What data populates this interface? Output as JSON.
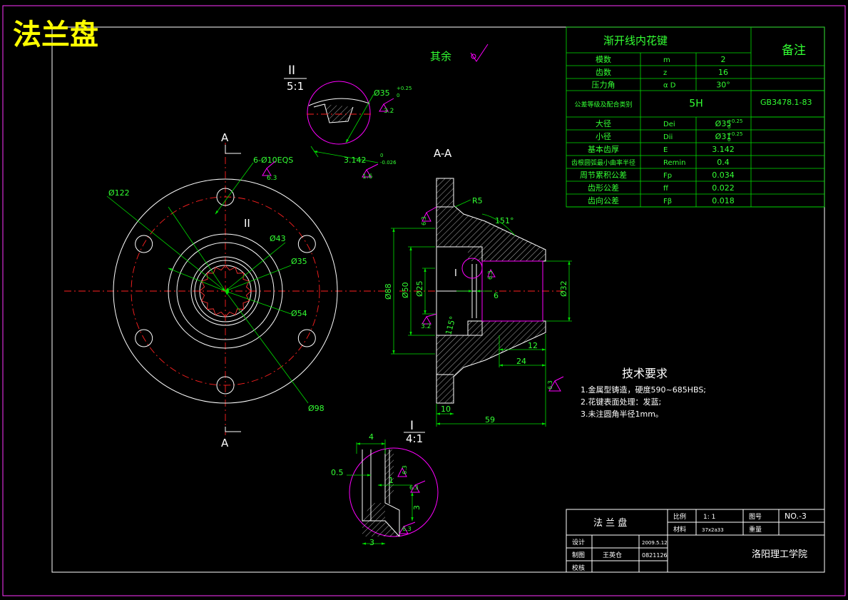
{
  "drawing_title": "法兰盘",
  "finish_note": {
    "label": "其余"
  },
  "views": {
    "section_mark": "A",
    "section_view_label": "A-A",
    "detail_ii": {
      "label": "II",
      "scale": "5:1",
      "dia": "Ø35",
      "tol": "+0.25",
      "tol0": "0",
      "rough": "3.2",
      "dim": "3.142",
      "dtol0": "0",
      "dtol": "-0.026",
      "rough2": "1.6"
    },
    "detail_i": {
      "label": "I",
      "scale": "4:1",
      "d4": "4",
      "d05": "0.5",
      "d1": "1",
      "d3": "3",
      "d3b": "3",
      "rough1": "6.3",
      "rough2": "6.3",
      "rough3": "6.3"
    },
    "front": {
      "holes": "6-Ø10EQS",
      "holes_rough": "6.3",
      "d122": "Ø122",
      "d43": "Ø43",
      "d35": "Ø35",
      "d54": "Ø54",
      "d98": "Ø98",
      "detail_mark": "II"
    },
    "section": {
      "r5": "R5",
      "angle1": "151°",
      "angle2": "115°",
      "d88": "Ø88",
      "d50": "Ø50",
      "d25": "Ø25",
      "d32": "Ø32",
      "d6": "6",
      "d12": "12",
      "d24": "24",
      "d10": "10",
      "d59": "59",
      "i_mark": "I",
      "rough_a": "6.3",
      "rough_b": "3.2",
      "rough_c": "6.3",
      "rough_d": "6.3"
    }
  },
  "spline_table": {
    "title": "渐开线内花键",
    "remark": "备注",
    "rows": [
      {
        "name": "模数",
        "sym": "m",
        "val": "2"
      },
      {
        "name": "齿数",
        "sym": "z",
        "val": "16"
      },
      {
        "name": "压力角",
        "sym": "α D",
        "val": "30°"
      },
      {
        "name": "公差等级及配合类别",
        "sym": "",
        "val": "5H"
      },
      {
        "name": "大径",
        "sym": "Dei",
        "val": "Ø35"
      },
      {
        "name": "小径",
        "sym": "Dii",
        "val": "Ø31"
      },
      {
        "name": "基本齿厚",
        "sym": "E",
        "val": "3.142"
      },
      {
        "name": "齿根圆弧最小曲率半径",
        "sym": "Remin",
        "val": "0.4"
      },
      {
        "name": "周节累积公差",
        "sym": "Fp",
        "val": "0.034"
      },
      {
        "name": "齿形公差",
        "sym": "ff",
        "val": "0.022"
      },
      {
        "name": "齿向公差",
        "sym": "Fβ",
        "val": "0.018"
      }
    ],
    "tol1": "+0.25",
    "tol1b": "0",
    "tol2": "+0.25",
    "tol2b": "0",
    "standard": "GB3478.1-83"
  },
  "tech_req": {
    "title": "技术要求",
    "items": [
      "1.金属型铸造，硬度590~685HBS;",
      "2.花键表面处理：发蓝;",
      "3.未注圆角半径1mm。"
    ]
  },
  "title_block": {
    "part_name": "法 兰 盘",
    "scale_label": "比例",
    "scale_val": "1: 1",
    "drawing_no_label": "图号",
    "drawing_no": "NO.-3",
    "material_label": "材料",
    "material_val": "37x2a33",
    "weight_label": "重量",
    "designer_label": "设计",
    "design_date": "2009.5.12",
    "drafter_label": "制图",
    "drafter_name": "王英仓",
    "drafter_id": "0821126",
    "checker_label": "校核",
    "school": "洛阳理工学院"
  }
}
